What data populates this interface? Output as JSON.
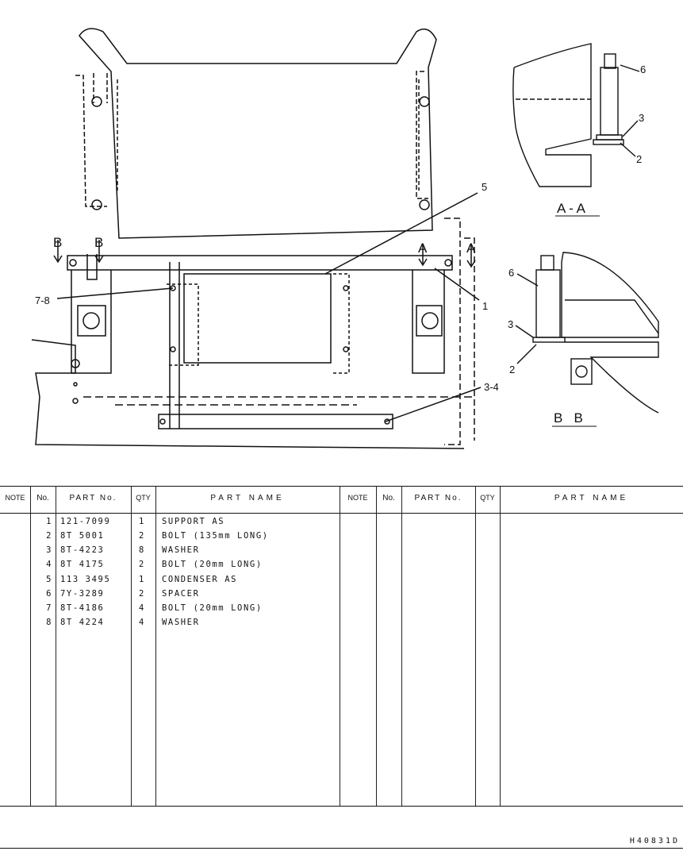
{
  "drawing": {
    "callouts": [
      "1",
      "2",
      "3",
      "4",
      "5",
      "6",
      "7",
      "8"
    ],
    "callout_labels": {
      "c5": "5",
      "c78": "7-8",
      "c1": "1",
      "c34": "3-4",
      "aa6": "6",
      "aa3": "3",
      "aa2": "2",
      "bb6": "6",
      "bb3": "3",
      "bb2": "2"
    },
    "section_marks": {
      "a": "A",
      "b": "B"
    },
    "section_titles": {
      "aa": "A - A",
      "bb": "B   B"
    }
  },
  "table": {
    "headers": {
      "note": "NOTE",
      "no": "No.",
      "part_no": "PART No.",
      "qty": "QTY",
      "part_name": "PART NAME"
    },
    "rows": [
      {
        "no": "1",
        "part_no": "121-7099",
        "qty": "1",
        "name": "SUPPORT AS"
      },
      {
        "no": "2",
        "part_no": "8T 5001",
        "qty": "2",
        "name": "BOLT (135mm LONG)"
      },
      {
        "no": "3",
        "part_no": "8T-4223",
        "qty": "8",
        "name": "WASHER"
      },
      {
        "no": "4",
        "part_no": "8T 4175",
        "qty": "2",
        "name": "BOLT (20mm LONG)"
      },
      {
        "no": "5",
        "part_no": "113 3495",
        "qty": "1",
        "name": "CONDENSER AS"
      },
      {
        "no": "6",
        "part_no": "7Y-3289",
        "qty": "2",
        "name": "SPACER"
      },
      {
        "no": "7",
        "part_no": "8T-4186",
        "qty": "4",
        "name": "BOLT (20mm LONG)"
      },
      {
        "no": "8",
        "part_no": "8T 4224",
        "qty": "4",
        "name": "WASHER"
      }
    ]
  },
  "doc_id": "H40831D"
}
